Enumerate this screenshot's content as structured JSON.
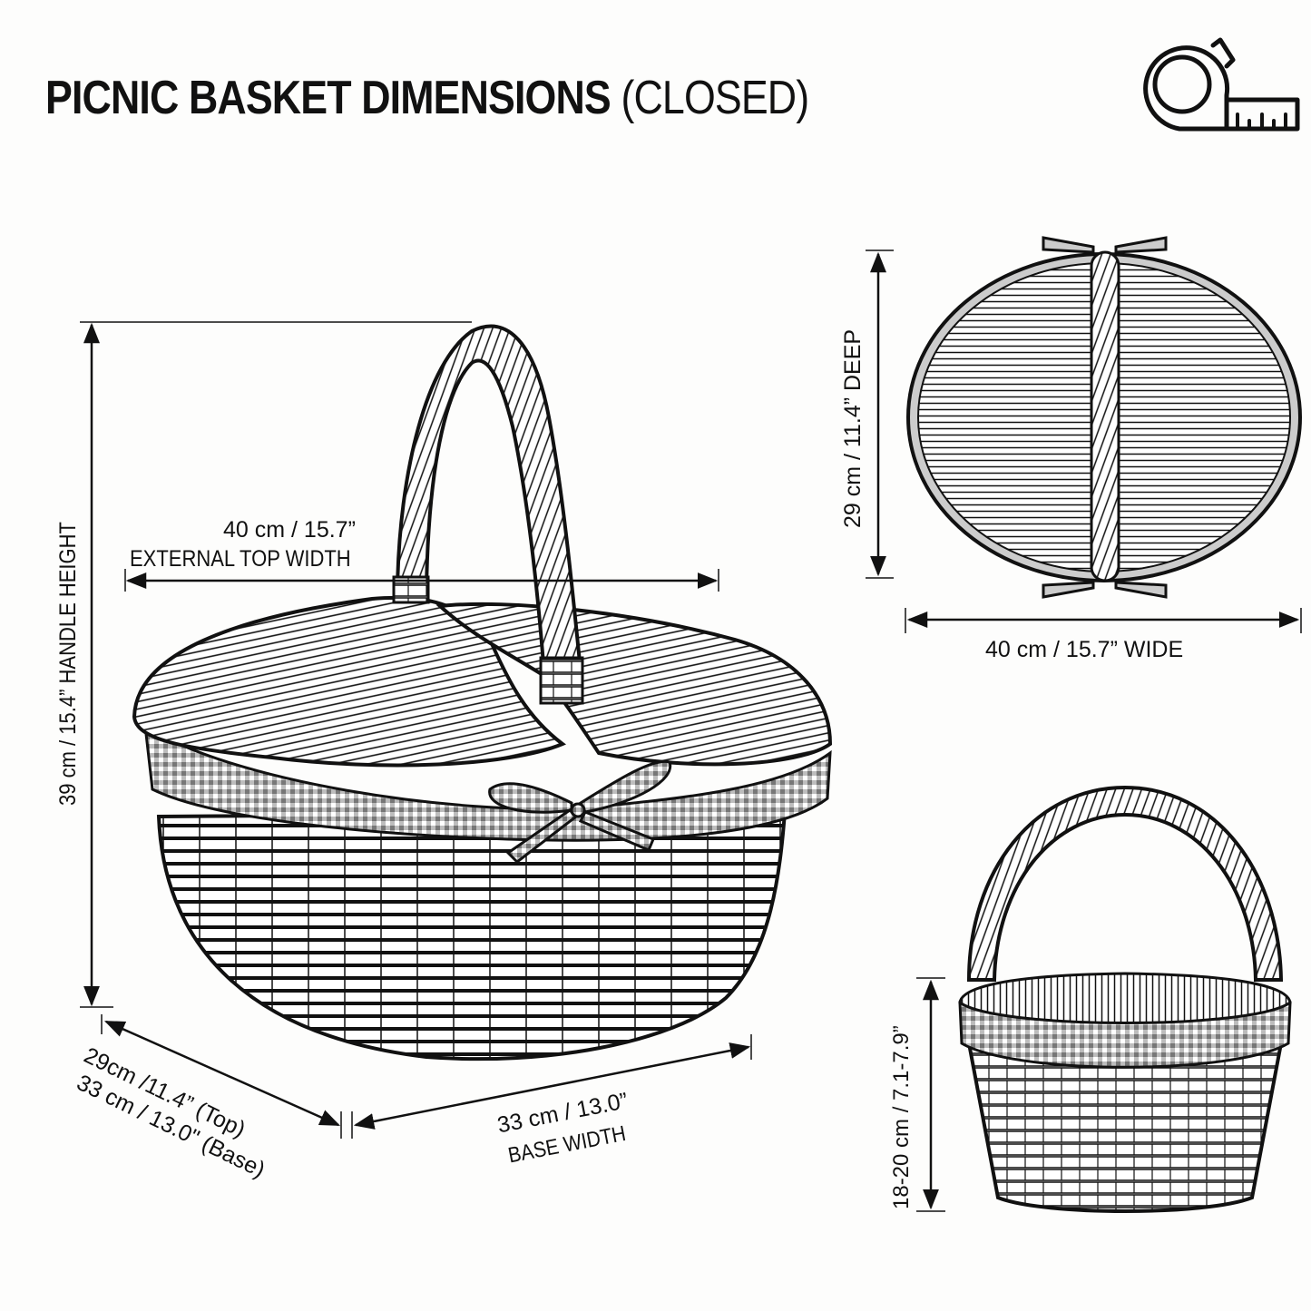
{
  "title": {
    "main": "PICNIC BASKET DIMENSIONS",
    "suffix": "(CLOSED)"
  },
  "icons": {
    "header_icon": "tape-measure-icon"
  },
  "colors": {
    "background": "#fdfdfc",
    "ink": "#111111",
    "gingham": "#8a8a8a"
  },
  "views": {
    "perspective": {
      "handle_height": "39 cm / 15.4” HANDLE HEIGHT",
      "top_width_value": "40 cm / 15.7”",
      "top_width_label": "EXTERNAL TOP WIDTH",
      "depth_top": "29cm /11.4” (Top)",
      "depth_base": "33 cm / 13.0\" (Base)",
      "base_width_value": "33 cm / 13.0”",
      "base_width_label": "BASE WIDTH"
    },
    "top_view": {
      "depth": "29 cm / 11.4” DEEP",
      "width": "40 cm / 15.7” WIDE"
    },
    "side_view": {
      "height": "18-20 cm / 7.1-7.9”"
    }
  }
}
